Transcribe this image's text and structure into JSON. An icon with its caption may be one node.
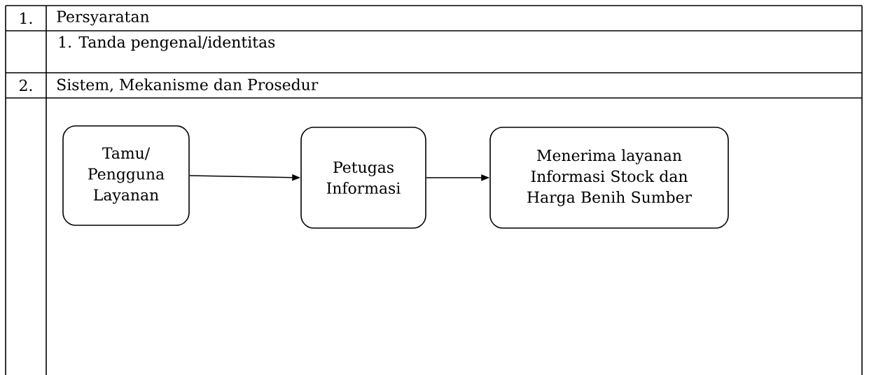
{
  "diagram": {
    "nodes": [
      {
        "text": [
          "Tamu/ Pengguna Layanan"
        ]
      },
      {
        "text": [
          "Petugas Informasi"
        ]
      },
      {
        "text": [
          "Menerima layanan Informasi Stock dan Harga Benih Sumber"
        ]
      }
    ],
    "edges": [
      {
        "from": 0,
        "to": 1,
        "arrow": "to"
      },
      {
        "from": 1,
        "to": 2,
        "arrow": "to"
      }
    ],
    "labels": [
      "1.",
      "Persyaratan",
      "1. Tanda pengenal/identitas",
      "2.",
      "Sistem, Mekanisme dan Prosedur"
    ]
  }
}
